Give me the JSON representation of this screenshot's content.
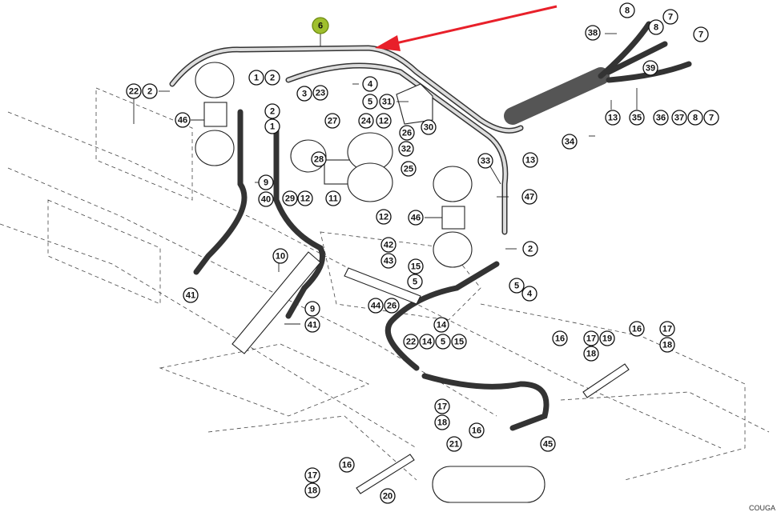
{
  "diagram": {
    "type": "exploded parts diagram",
    "subject": "hydraulic suspension hoses, accumulators and cylinders",
    "highlighted_part": "6",
    "accent_color": "#9fbf2e",
    "arrow_color": "#e8202a",
    "callouts": [
      {
        "id": "c6",
        "label": "6",
        "highlight": true
      },
      {
        "id": "c22a",
        "label": "22"
      },
      {
        "id": "c2a",
        "label": "2"
      },
      {
        "id": "c46a",
        "label": "46"
      },
      {
        "id": "c1a",
        "label": "1"
      },
      {
        "id": "c2b",
        "label": "2"
      },
      {
        "id": "c23",
        "label": "23"
      },
      {
        "id": "c4a",
        "label": "4"
      },
      {
        "id": "c5a",
        "label": "5"
      },
      {
        "id": "c31",
        "label": "31"
      },
      {
        "id": "c3",
        "label": "3"
      },
      {
        "id": "c2c",
        "label": "2"
      },
      {
        "id": "c1b",
        "label": "1"
      },
      {
        "id": "c27",
        "label": "27"
      },
      {
        "id": "c24",
        "label": "24"
      },
      {
        "id": "c12a",
        "label": "12"
      },
      {
        "id": "c26a",
        "label": "26"
      },
      {
        "id": "c30",
        "label": "30"
      },
      {
        "id": "c32",
        "label": "32"
      },
      {
        "id": "c28",
        "label": "28"
      },
      {
        "id": "c25",
        "label": "25"
      },
      {
        "id": "c29",
        "label": "29"
      },
      {
        "id": "c12b",
        "label": "12"
      },
      {
        "id": "c11",
        "label": "11"
      },
      {
        "id": "c12c",
        "label": "12"
      },
      {
        "id": "c9a",
        "label": "9"
      },
      {
        "id": "c40",
        "label": "40"
      },
      {
        "id": "c41a",
        "label": "41"
      },
      {
        "id": "c10",
        "label": "10"
      },
      {
        "id": "c9b",
        "label": "9"
      },
      {
        "id": "c41b",
        "label": "41"
      },
      {
        "id": "c38",
        "label": "38"
      },
      {
        "id": "c8a",
        "label": "8"
      },
      {
        "id": "c7a",
        "label": "7"
      },
      {
        "id": "c8b",
        "label": "8"
      },
      {
        "id": "c7b",
        "label": "7"
      },
      {
        "id": "c39",
        "label": "39"
      },
      {
        "id": "c13a",
        "label": "13"
      },
      {
        "id": "c35",
        "label": "35"
      },
      {
        "id": "c36",
        "label": "36"
      },
      {
        "id": "c37",
        "label": "37"
      },
      {
        "id": "c8c",
        "label": "8"
      },
      {
        "id": "c7c",
        "label": "7"
      },
      {
        "id": "c34",
        "label": "34"
      },
      {
        "id": "c13b",
        "label": "13"
      },
      {
        "id": "c33",
        "label": "33"
      },
      {
        "id": "c47",
        "label": "47"
      },
      {
        "id": "c46b",
        "label": "46"
      },
      {
        "id": "c2d",
        "label": "2"
      },
      {
        "id": "c42",
        "label": "42"
      },
      {
        "id": "c43",
        "label": "43"
      },
      {
        "id": "c15a",
        "label": "15"
      },
      {
        "id": "c5b",
        "label": "5"
      },
      {
        "id": "c5c",
        "label": "5"
      },
      {
        "id": "c4b",
        "label": "4"
      },
      {
        "id": "c44",
        "label": "44"
      },
      {
        "id": "c26b",
        "label": "26"
      },
      {
        "id": "c14a",
        "label": "14"
      },
      {
        "id": "c22b",
        "label": "22"
      },
      {
        "id": "c14b",
        "label": "14"
      },
      {
        "id": "c5d",
        "label": "5"
      },
      {
        "id": "c15b",
        "label": "15"
      },
      {
        "id": "c16a",
        "label": "16"
      },
      {
        "id": "c17a",
        "label": "17"
      },
      {
        "id": "c18a",
        "label": "18"
      },
      {
        "id": "c19",
        "label": "19"
      },
      {
        "id": "c16b",
        "label": "16"
      },
      {
        "id": "c17b",
        "label": "17"
      },
      {
        "id": "c18b",
        "label": "18"
      },
      {
        "id": "c17c",
        "label": "17"
      },
      {
        "id": "c18c",
        "label": "18"
      },
      {
        "id": "c16c",
        "label": "16"
      },
      {
        "id": "c21",
        "label": "21"
      },
      {
        "id": "c45",
        "label": "45"
      },
      {
        "id": "c17d",
        "label": "17"
      },
      {
        "id": "c18d",
        "label": "18"
      },
      {
        "id": "c16d",
        "label": "16"
      },
      {
        "id": "c20",
        "label": "20"
      }
    ],
    "footer_code": "COUGA"
  }
}
